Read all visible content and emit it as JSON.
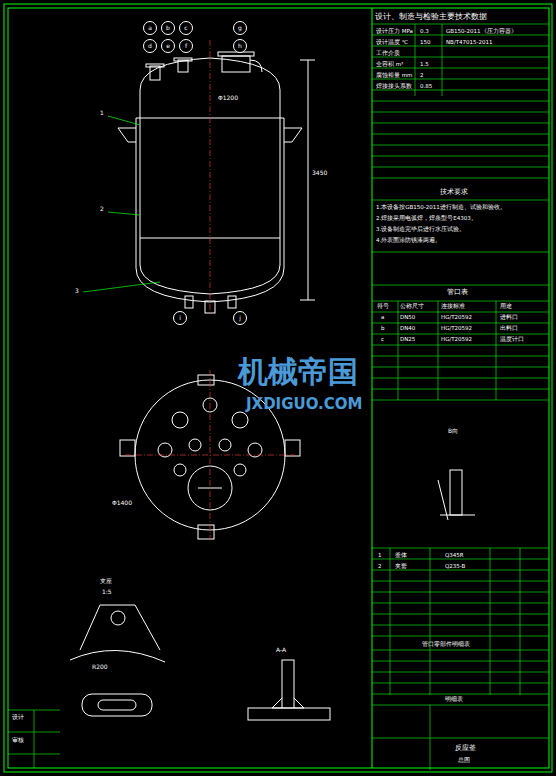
{
  "diagram": {
    "nodes": [
      {
        "text": [
          "a"
        ]
      },
      {
        "text": [
          "b"
        ]
      },
      {
        "text": [
          "c"
        ]
      },
      {
        "text": [
          "d"
        ]
      },
      {
        "text": [
          "e"
        ]
      },
      {
        "text": [
          "f"
        ]
      },
      {
        "text": [
          "g"
        ]
      },
      {
        "text": [
          "h"
        ]
      },
      {
        "text": [
          "i"
        ]
      },
      {
        "text": [
          "j"
        ]
      }
    ],
    "labels": [
      "设计、制造与检验主要技术数据",
      "设计压力 MPa",
      "设计温度 ℃",
      "工作介质",
      "全容积 m³",
      "腐蚀裕量 mm",
      "焊接接头系数",
      "0.3",
      "150",
      "1.5",
      "2",
      "0.85",
      "GB150-2011《压力容器》",
      "NB/T47015-2011",
      "技术要求",
      "1.本设备按GB150-2011进行制造、试验和验收。",
      "2.焊接采用电弧焊，焊条型号E4303。",
      "3.设备制造完毕后进行水压试验。",
      "4.外表面涂防锈漆两遍。",
      "管口表",
      "符号",
      "公称尺寸",
      "连接标准",
      "用途",
      "a",
      "DN50",
      "HG/T20592",
      "进料口",
      "b",
      "DN40",
      "HG/T20592",
      "出料口",
      "c",
      "DN25",
      "HG/T20592",
      "温度计口",
      "机械帝国",
      "JXDIGUO.COM",
      "B向",
      "支座",
      "1:5",
      "A-A",
      "Φ1200",
      "3450",
      "Φ1400",
      "R200",
      "1",
      "2",
      "3",
      "管口零部件明细表",
      "明细表",
      "反应釜",
      "总图",
      "设计",
      "审核",
      "1",
      "釜体",
      "Q345R",
      "2",
      "夹套",
      "Q235-B"
    ]
  }
}
